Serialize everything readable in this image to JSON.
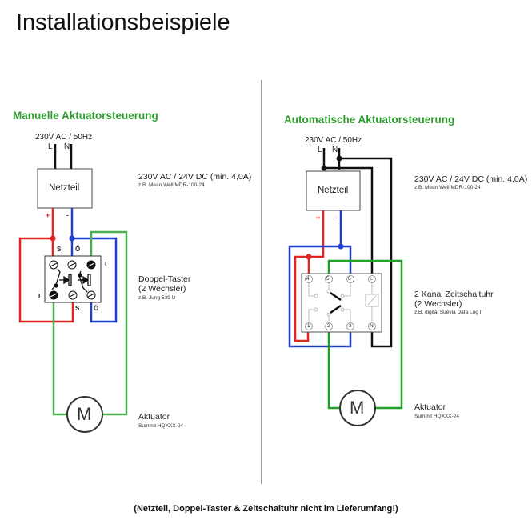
{
  "page": {
    "title": "Installationsbeispiele",
    "footer_note": "(Netzteil, Doppel-Taster & Zeitschaltuhr nicht im Lieferumfang!)"
  },
  "colors": {
    "red_wire": "#e02424",
    "blue_wire": "#1f3fd1",
    "green_wire": "#4caf50",
    "green_wire_dark": "#23a02a",
    "black_wire": "#111111",
    "title_green": "#2e9b2e"
  },
  "left": {
    "title": "Manuelle Aktuatorsteuerung",
    "supply": {
      "label": "230V AC / 50Hz",
      "l": "L",
      "n": "N"
    },
    "psu": {
      "label": "Netzteil",
      "plus": "+",
      "minus": "-",
      "spec": "230V AC / 24V DC (min. 4,0A)",
      "example": "z.B. Mean Well MDR-100-24"
    },
    "switch": {
      "name": "Doppel-Taster",
      "type": "(2 Wechsler)",
      "example": "z.B. Jung 539 U",
      "terminals": {
        "top_s": "S",
        "top_o": "Ö",
        "right_l": "L",
        "left_l": "L",
        "bottom_s": "S",
        "bottom_o": "Ö"
      }
    },
    "actuator": {
      "symbol": "M",
      "name": "Aktuator",
      "model": "Summit HQXXX-24"
    }
  },
  "right": {
    "title": "Automatische Aktuatorsteuerung",
    "supply": {
      "label": "230V AC / 50Hz",
      "l": "L",
      "n": "N"
    },
    "psu": {
      "label": "Netzteil",
      "plus": "+",
      "minus": "-",
      "spec": "230V AC / 24V DC (min. 4,0A)",
      "example": "z.B. Mean Well MDR-100-24"
    },
    "timer": {
      "name": "2 Kanal Zeitschaltuhr",
      "type": "(2 Wechsler)",
      "example": "z.B. digital Suevia Data Log II",
      "terminals_top": [
        "4",
        "5",
        "6",
        "L"
      ],
      "terminals_bottom": [
        "1",
        "2",
        "3",
        "N"
      ]
    },
    "actuator": {
      "symbol": "M",
      "name": "Aktuator",
      "model": "Summit HQXXX-24"
    }
  }
}
